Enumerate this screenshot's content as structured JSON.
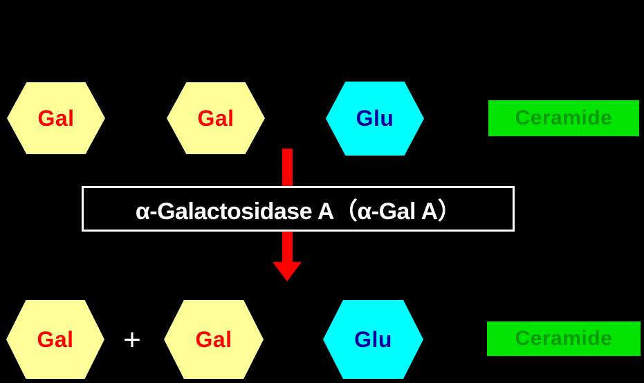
{
  "colors": {
    "background": "#000000",
    "hex_yellow_fill": "#ffff99",
    "gal_text": "#ff0000",
    "glu_fill": "#00ffff",
    "glu_text": "#0000a0",
    "ceramide_fill": "#00e400",
    "ceramide_text": "#0c9a0c",
    "arrow_red": "#ff0000",
    "enzyme_text": "#ffffff",
    "enzyme_border": "#ffffff",
    "plus_color": "#ffffff"
  },
  "substrate_row": {
    "units": [
      {
        "label": "Gal",
        "shape": "hexagon",
        "fill": "#ffff99",
        "text_color": "#ff0000"
      },
      {
        "label": "Gal",
        "shape": "hexagon",
        "fill": "#ffff99",
        "text_color": "#ff0000"
      },
      {
        "label": "Glu",
        "shape": "hexagon",
        "fill": "#00ffff",
        "text_color": "#0000a0"
      },
      {
        "label": "Ceramide",
        "shape": "rectangle",
        "fill": "#00e400",
        "text_color": "#0c9a0c"
      }
    ]
  },
  "enzyme": {
    "label": "α-Galactosidase A（α-Gal A）"
  },
  "arrow": {
    "direction": "down",
    "color": "#ff0000"
  },
  "product_row": {
    "plus": "+",
    "units": [
      {
        "label": "Gal",
        "shape": "hexagon",
        "fill": "#ffff99",
        "text_color": "#ff0000"
      },
      {
        "label": "Gal",
        "shape": "hexagon",
        "fill": "#ffff99",
        "text_color": "#ff0000"
      },
      {
        "label": "Glu",
        "shape": "hexagon",
        "fill": "#00ffff",
        "text_color": "#0000a0"
      },
      {
        "label": "Ceramide",
        "shape": "rectangle",
        "fill": "#00e400",
        "text_color": "#0c9a0c"
      }
    ]
  }
}
